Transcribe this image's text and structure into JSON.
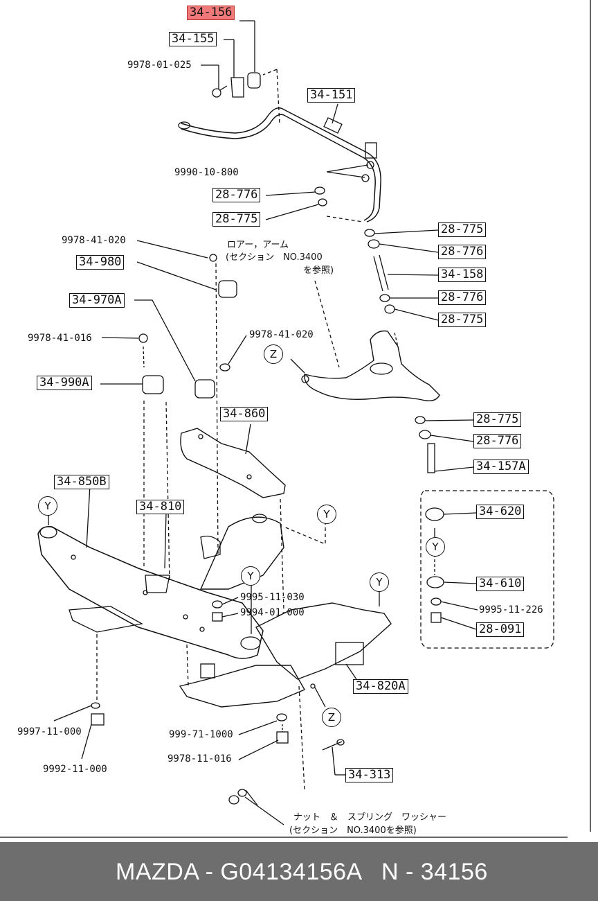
{
  "callouts": {
    "c34_156": "34-156",
    "c34_155": "34-155",
    "c34_151": "34-151",
    "c28_776_a": "28-776",
    "c28_775_a": "28-775",
    "c28_775_b": "28-775",
    "c28_776_b": "28-776",
    "c34_158": "34-158",
    "c28_776_c": "28-776",
    "c28_775_c": "28-775",
    "c34_980": "34-980",
    "c34_970A": "34-970A",
    "c34_990A": "34-990A",
    "c34_860": "34-860",
    "c28_775_d": "28-775",
    "c28_776_d": "28-776",
    "c34_157A": "34-157A",
    "c34_850B": "34-850B",
    "c34_810": "34-810",
    "c34_620": "34-620",
    "c34_610": "34-610",
    "c28_091": "28-091",
    "c34_820A": "34-820A",
    "c34_313": "34-313"
  },
  "part_numbers": {
    "p9978_01_025": "9978-01-025",
    "p9990_10_800": "9990-10-800",
    "p9978_41_020_a": "9978-41-020",
    "p9978_41_016": "9978-41-016",
    "p9978_41_020_b": "9978-41-020",
    "p9995_11_030": "9995-11-030",
    "p9994_01_000": "9994-01-000",
    "p9995_11_226": "9995-11-226",
    "p9997_11_000": "9997-11-000",
    "p9992_11_000": "9992-11-000",
    "p999_71_1000": "999-71-1000",
    "p9978_11_016": "9978-11-016"
  },
  "notes": {
    "lower_arm_line1": "ロアー，アーム",
    "lower_arm_line2": "(セクション　NO.3400",
    "lower_arm_line3": "を参照)",
    "nut_line1": "ナット　＆　スプリング　ワッシャー",
    "nut_line2": "(セクション　NO.3400を参照)"
  },
  "markers": {
    "y1": "Y",
    "y2": "Y",
    "y3": "Y",
    "y4": "Y",
    "y5": "Y",
    "z1": "Z",
    "z2": "Z"
  },
  "footer": {
    "brand_part": "MAZDA - G04134156A",
    "ref_number": "N - 34156"
  },
  "colors": {
    "highlight": "#f07a7a",
    "footer_bg": "#6e6e6e"
  }
}
